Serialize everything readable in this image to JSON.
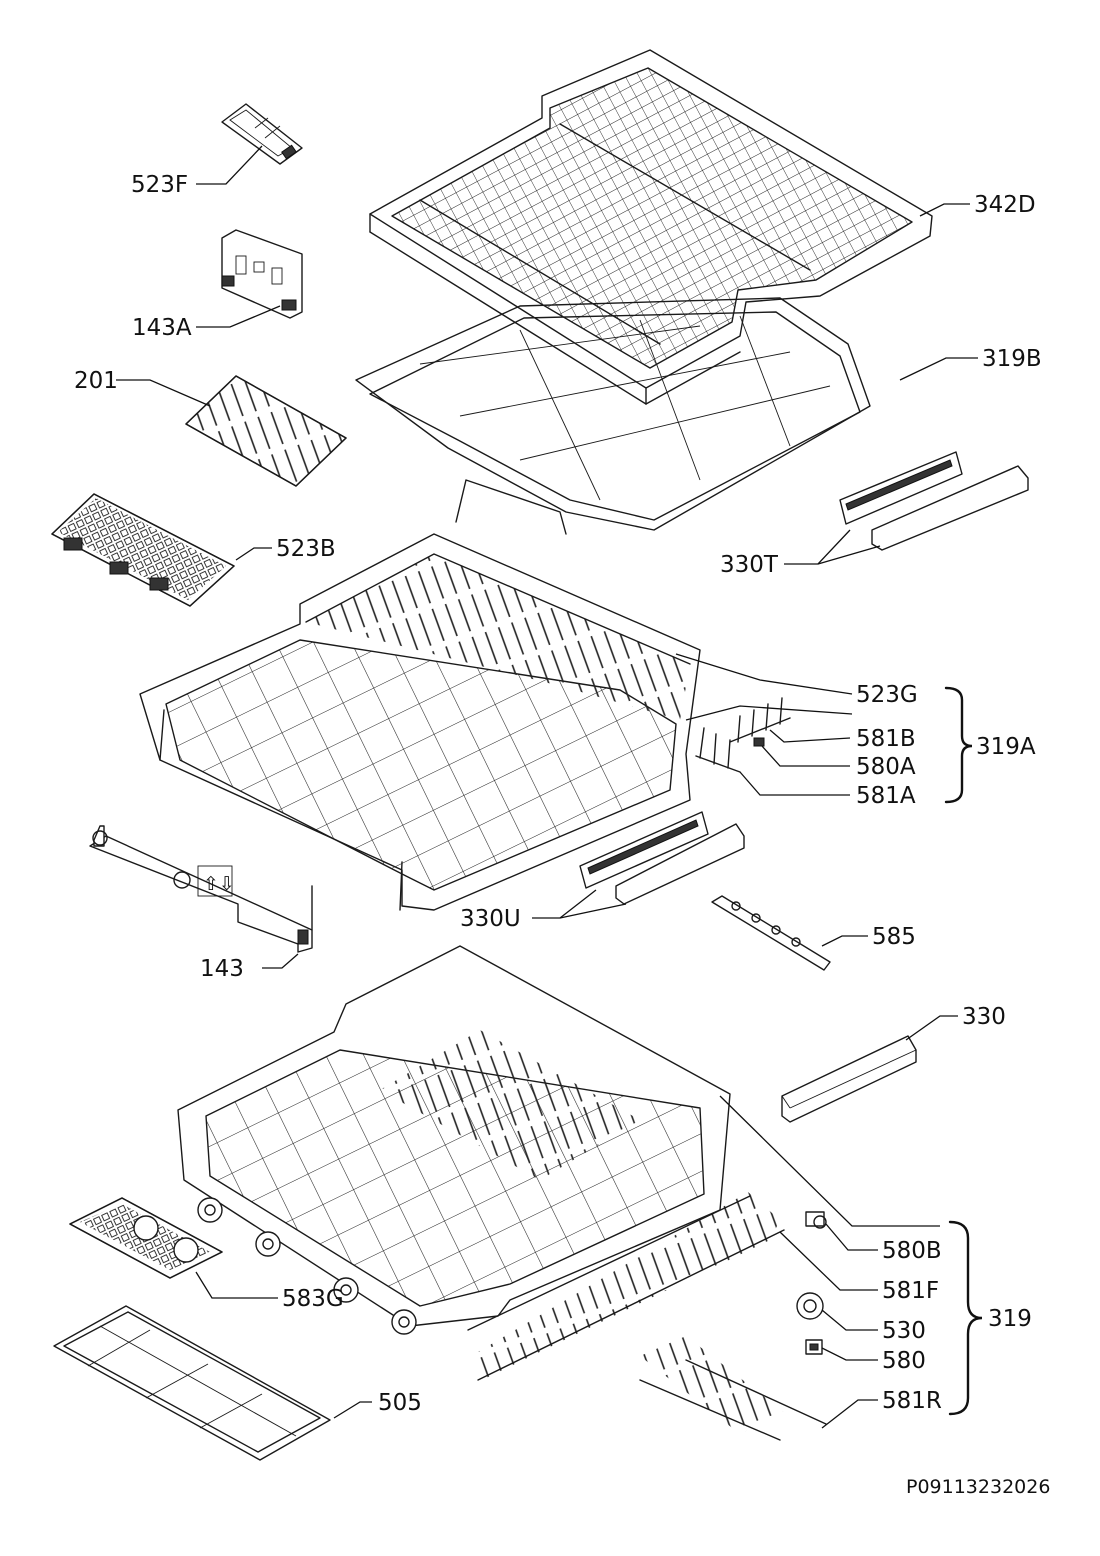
{
  "labels": {
    "p523F": "523F",
    "p143A": "143A",
    "p201": "201",
    "p523B": "523B",
    "p342D": "342D",
    "p319B": "319B",
    "p330T": "330T",
    "p523G": "523G",
    "p581B": "581B",
    "p580A": "580A",
    "p581A": "581A",
    "p319A": "319A",
    "p143": "143",
    "p330U": "330U",
    "p585": "585",
    "p330": "330",
    "p580B": "580B",
    "p581F": "581F",
    "p530": "530",
    "p580": "580",
    "p581R": "581R",
    "p319": "319",
    "p583G": "583G",
    "p505": "505"
  },
  "drawing_code": "P09113232026",
  "colors": {
    "ink": "#1a1a1a",
    "background": "#ffffff"
  }
}
